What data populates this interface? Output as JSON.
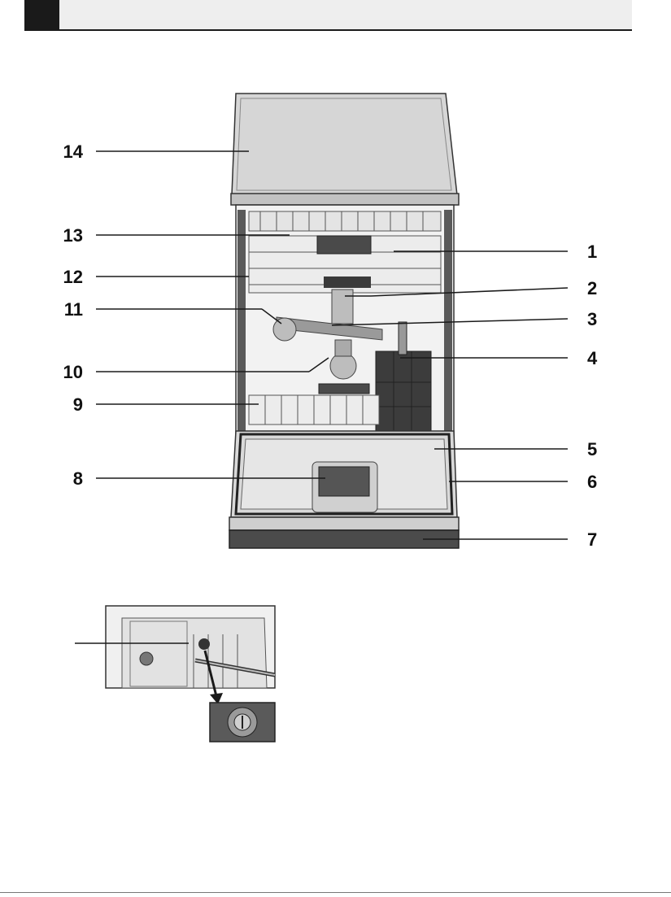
{
  "figure": {
    "callouts_left": [
      {
        "id": "14",
        "label": "14"
      },
      {
        "id": "13",
        "label": "13"
      },
      {
        "id": "12",
        "label": "12"
      },
      {
        "id": "11",
        "label": "11"
      },
      {
        "id": "10",
        "label": "10"
      },
      {
        "id": "9",
        "label": "9"
      },
      {
        "id": "8",
        "label": "8"
      }
    ],
    "callouts_right": [
      {
        "id": "1",
        "label": "1"
      },
      {
        "id": "2",
        "label": "2"
      },
      {
        "id": "3",
        "label": "3"
      },
      {
        "id": "4",
        "label": "4"
      },
      {
        "id": "5",
        "label": "5"
      },
      {
        "id": "6",
        "label": "6"
      },
      {
        "id": "7",
        "label": "7"
      }
    ]
  },
  "colors": {
    "line": "#1a1a1a",
    "outline": "#333333",
    "panel": "#d9d9d9",
    "panel_dark": "#4a4a4a",
    "interior": "#e8e8e8"
  }
}
